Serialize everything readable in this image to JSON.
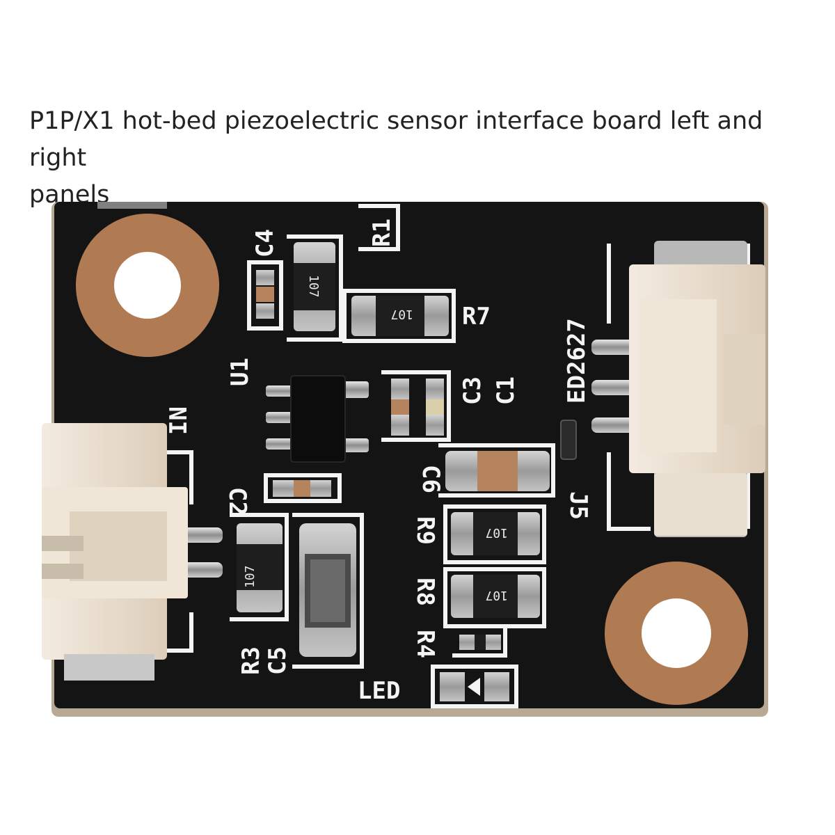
{
  "caption": {
    "line1": "P1P/X1 hot-bed piezoelectric sensor interface board left and right",
    "line2": "panels"
  },
  "board": {
    "labels": {
      "c4": "C4",
      "r1": "R1",
      "r7": "R7",
      "u1": "U1",
      "c3": "C3",
      "c1": "C1",
      "ed": "ED2627",
      "in": "IN",
      "c6": "C6",
      "c2": "C2",
      "j5": "J5",
      "r9": "R9",
      "r8": "R8",
      "r3": "R3",
      "c5": "C5",
      "r4": "R4",
      "led": "LED"
    },
    "markings": {
      "r_c4": "107",
      "r7": "107",
      "r9": "107",
      "r8": "107",
      "r3": "107"
    }
  },
  "colors": {
    "pcb": "#141414",
    "silkscreen": "#f4f4f4",
    "copper_ring": "#b07a53",
    "connector": "#eadfd0",
    "solder": "#a8a8a8",
    "resistor_body": "#1e1e1e",
    "capacitor_body": "#b5845e"
  }
}
